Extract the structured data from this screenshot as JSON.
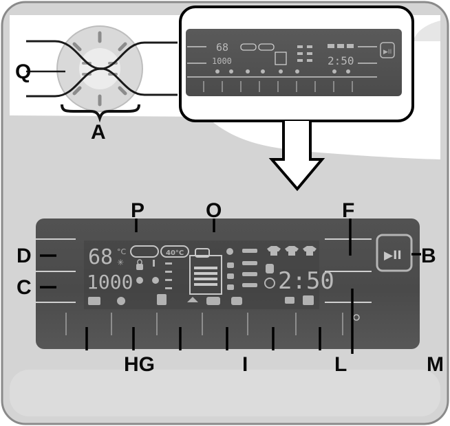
{
  "callouts": {
    "Q": "Q",
    "A": "A",
    "P": "P",
    "O": "O",
    "F": "F",
    "D": "D",
    "C": "C",
    "B": "B",
    "HG": "HG",
    "I": "I",
    "L": "L",
    "M": "M"
  },
  "display": {
    "speed_digits": "68",
    "degree_unit": "°C",
    "rpm_digits": "1000",
    "time_readout": "2:50",
    "small_time_readout": "2:50",
    "small_speed_digits": "68",
    "small_rpm_digits": "1000",
    "pill_labels": [
      "",
      "40°C"
    ],
    "play_pause_symbol": "▶II"
  },
  "colors": {
    "frame_gray": "#d2d2d2",
    "panel_dark": "#4a4a4a",
    "panel_mid": "#5a5a5a",
    "segment_light": "#b9b9b9",
    "outline_black": "#000000"
  }
}
